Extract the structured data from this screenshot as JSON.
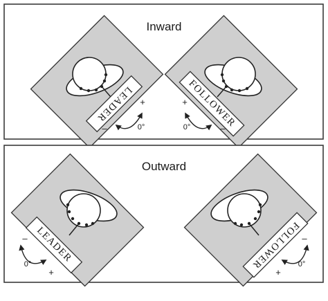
{
  "panels": {
    "top": {
      "title": "Inward",
      "left": {
        "label": "LEADER",
        "plus": "+",
        "minus": "–",
        "angle": "0°"
      },
      "right": {
        "label": "FOLLOWER",
        "plus": "+",
        "minus": "–",
        "angle": "0°"
      }
    },
    "bottom": {
      "title": "Outward",
      "left": {
        "label": "LEADER",
        "plus": "+",
        "minus": "–",
        "angle": "0°"
      },
      "right": {
        "label": "FOLLOWER",
        "plus": "+",
        "minus": "–",
        "angle": "0°"
      }
    }
  },
  "colors": {
    "board": "#cfcfcf",
    "frame": "#3a3a3a",
    "ink": "#222222"
  }
}
